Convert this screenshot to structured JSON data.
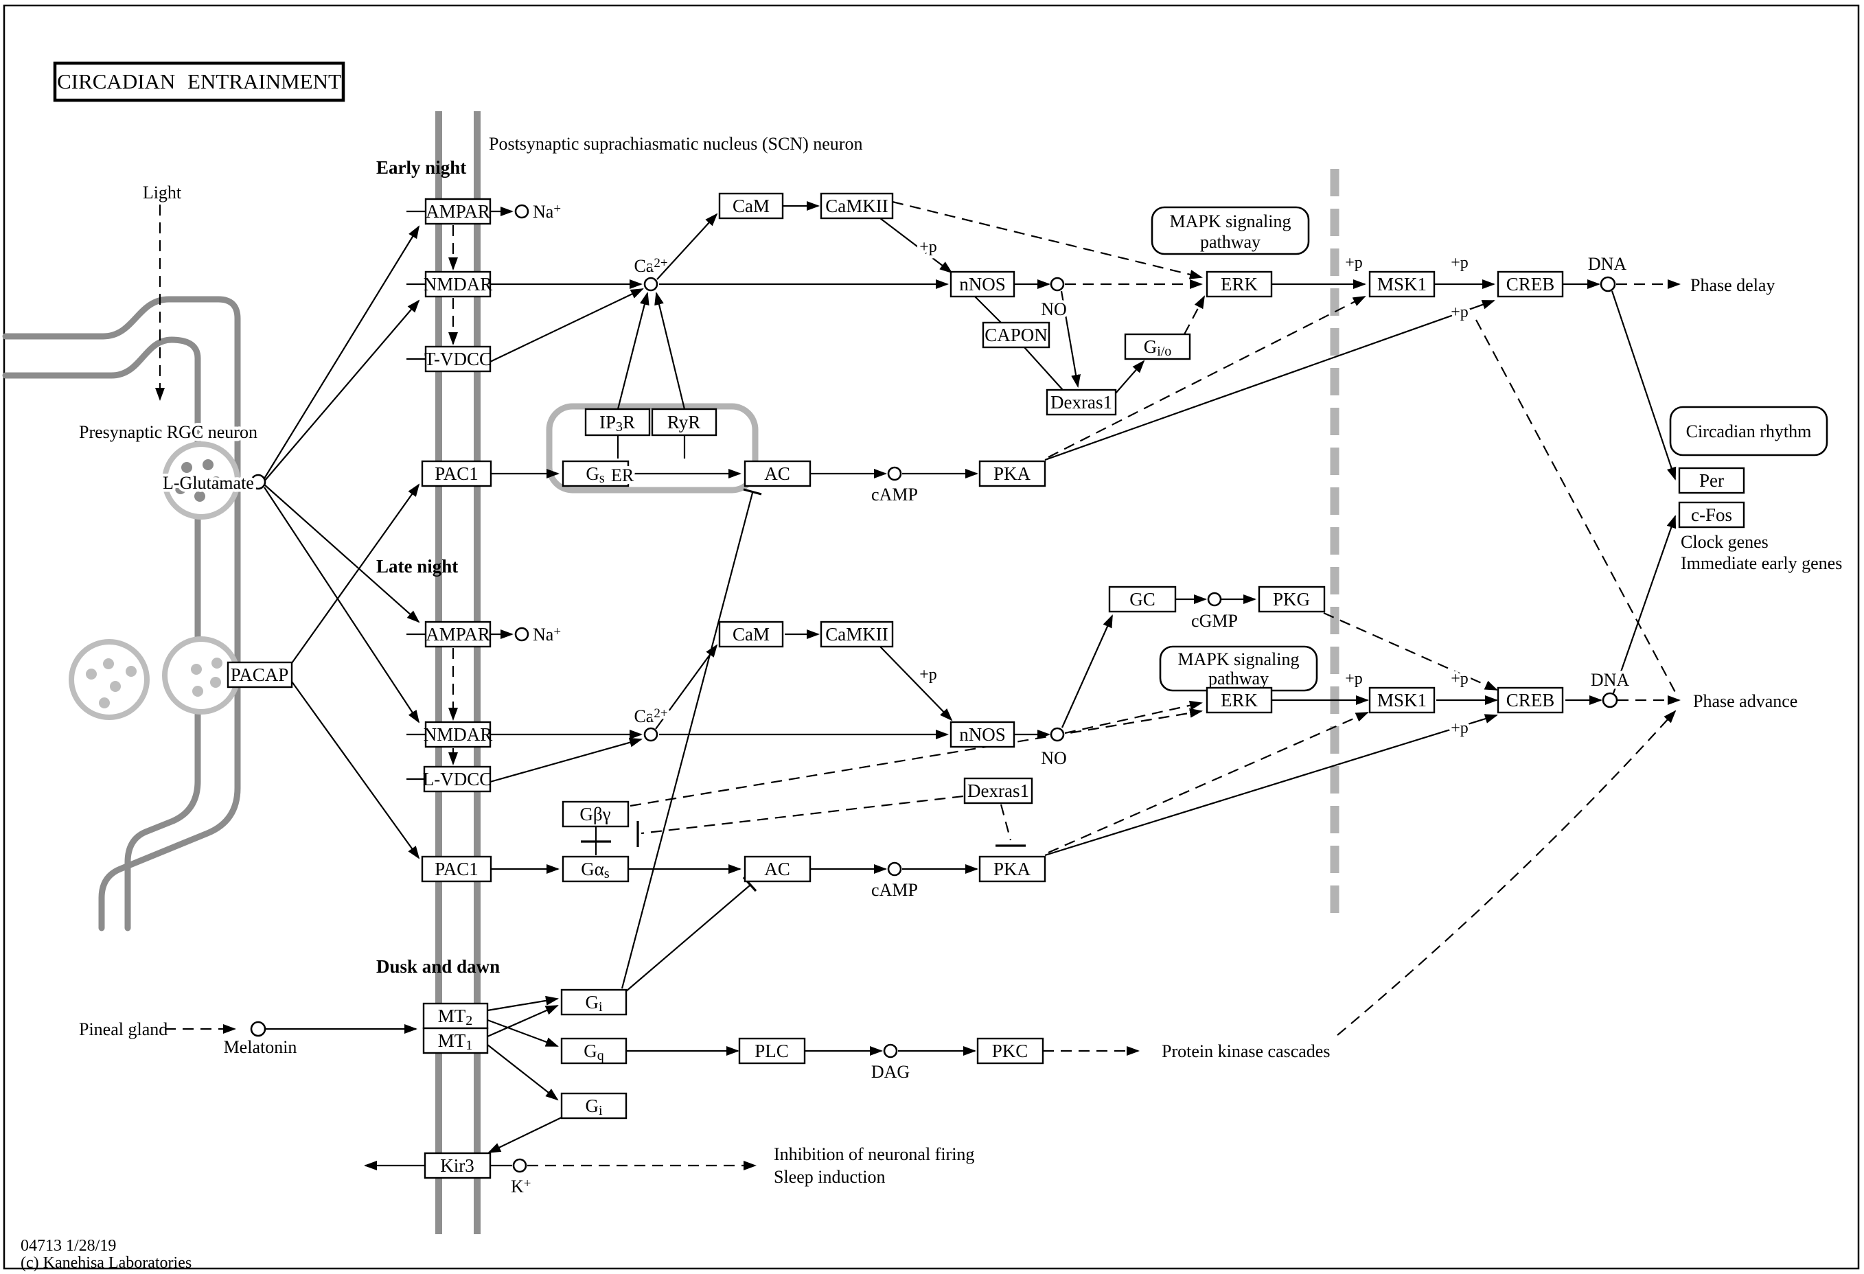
{
  "title": "CIRCADIAN ENTRAINMENT",
  "footer": {
    "pathway_id": "04713 1/28/19",
    "copyright": "(c) Kanehisa Laboratories"
  },
  "labels": {
    "scn_neuron": "Postsynaptic suprachiasmatic nucleus (SCN) neuron",
    "presynaptic_neuron": "Presynaptic RGC neuron",
    "light": "Light",
    "early_night": "Early night",
    "late_night": "Late night",
    "dusk_dawn": "Dusk and dawn",
    "pineal_gland": "Pineal gland",
    "melatonin": "Melatonin",
    "l_glutamate": "L-Glutamate",
    "er": "ER",
    "no": "NO",
    "dna": "DNA",
    "camp": "cAMP",
    "cgmp": "cGMP",
    "dag": "DAG",
    "plus_p": "+p",
    "phase_delay": "Phase delay",
    "phase_advance": "Phase advance",
    "clock_genes": "Clock genes",
    "immediate_early_genes": "Immediate early genes",
    "protein_kinase_cascades": "Protein kinase cascades",
    "inhibition_firing": "Inhibition of neuronal firing",
    "sleep_induction": "Sleep induction",
    "mapk_line1": "MAPK signaling",
    "mapk_line2": "pathway",
    "circadian_rhythm": "Circadian rhythm"
  },
  "ions": {
    "na": {
      "base": "Na",
      "sup": "+"
    },
    "ca": {
      "base": "Ca",
      "sup": "2+"
    },
    "k": {
      "base": "K",
      "sup": "+"
    }
  },
  "nodes": {
    "ampar": "AMPAR",
    "nmdar": "NMDAR",
    "tvdcc": "T-VDCC",
    "lvdcc": "L-VDCC",
    "cam": "CaM",
    "camkii": "CaMKII",
    "nnos": "nNOS",
    "capon": "CAPON",
    "dexras1": "Dexras1",
    "gio": {
      "base": "G",
      "sub": "i/o"
    },
    "erk": "ERK",
    "msk1": "MSK1",
    "creb": "CREB",
    "pac1": "PAC1",
    "gs": {
      "base": "G",
      "sub": "s"
    },
    "gas": {
      "base": "Gα",
      "sub": "s"
    },
    "gbg": "Gβγ",
    "ac": "AC",
    "pka": "PKA",
    "gc": "GC",
    "pkg": "PKG",
    "ip3r": {
      "pre": "IP",
      "sub": "3",
      "post": "R"
    },
    "ryr": "RyR",
    "mt2": {
      "base": "MT",
      "sub": "2"
    },
    "mt1": {
      "base": "MT",
      "sub": "1"
    },
    "gi": {
      "base": "G",
      "sub": "i"
    },
    "gq": {
      "base": "G",
      "sub": "q"
    },
    "plc": "PLC",
    "pkc": "PKC",
    "kir3": "Kir3",
    "pacap": "PACAP",
    "per": "Per",
    "cfos": "c-Fos"
  }
}
